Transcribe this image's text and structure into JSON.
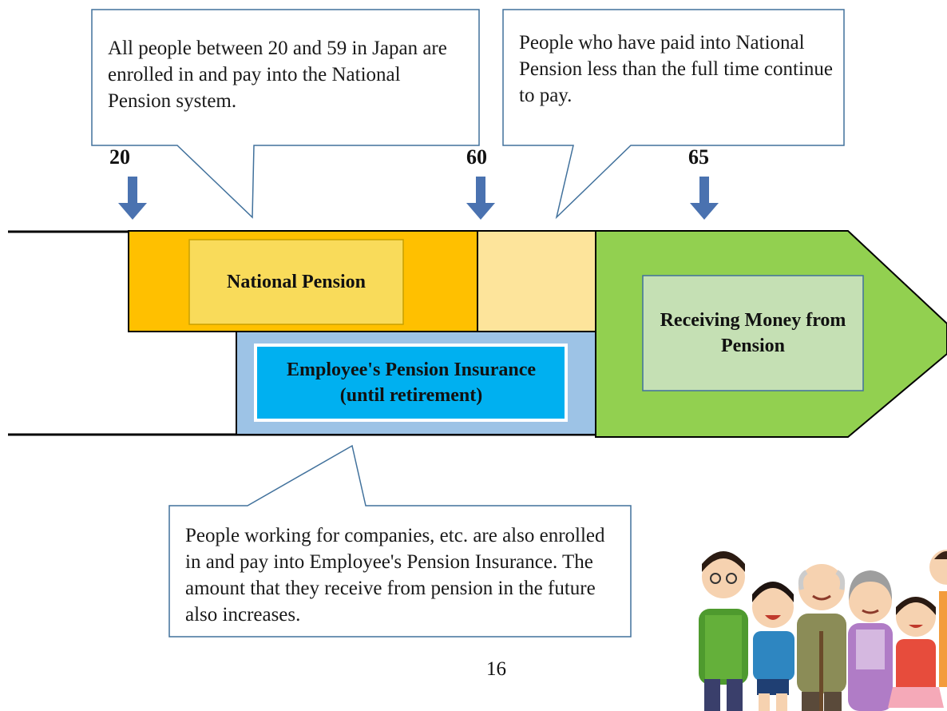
{
  "callouts": {
    "top_left": "All people between 20 and 59 in Japan are enrolled in and pay into the National Pension system.",
    "top_right": "People who have paid into National Pension less than the full time continue to pay.",
    "bottom": "People working for companies, etc. are also enrolled in and pay into Employee's Pension Insurance. The amount that they receive from pension in the future also increases."
  },
  "ages": [
    "20",
    "60",
    "65"
  ],
  "blocks": {
    "national_pension": "National Pension",
    "employee_pension": "Employee's Pension Insurance (until retirement)",
    "receiving": "Receiving Money from Pension"
  },
  "page_number": "16",
  "colors": {
    "national_pension": "#FFC000",
    "national_pension_label": "#F9DB5A",
    "extension": "#FDE49B",
    "employee_pension": "#9DC3E6",
    "employee_pension_label": "#00B0F0",
    "receiving": "#92D050",
    "receiving_label": "#C5E0B4",
    "arrow": "#4A72B0",
    "callout_border": "#41719C"
  }
}
